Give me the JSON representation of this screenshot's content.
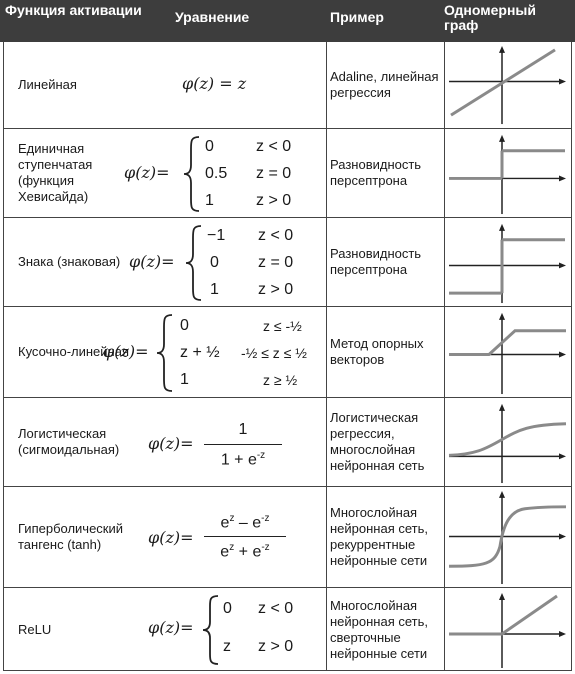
{
  "header": {
    "col1": "Функция активации",
    "col2": "Уравнение",
    "col3": "Пример",
    "col4": "Одномерный граф"
  },
  "rows": [
    {
      "name": "Линейная",
      "equation": "φ(z) = z",
      "example": "Adaline, линейная регрессия"
    },
    {
      "name": "Единичная ступенчатая (функция Хевисайда)",
      "cases": [
        {
          "value": "0",
          "cond": "z < 0"
        },
        {
          "value": "0.5",
          "cond": "z = 0"
        },
        {
          "value": "1",
          "cond": "z > 0"
        }
      ],
      "example": "Разновидность персептрона"
    },
    {
      "name": "Знака (знаковая)",
      "cases": [
        {
          "value": "−1",
          "cond": "z < 0"
        },
        {
          "value": "0",
          "cond": "z = 0"
        },
        {
          "value": "1",
          "cond": "z > 0"
        }
      ],
      "example": "Разновидность персептрона"
    },
    {
      "name": "Кусочно-линейная",
      "cases": [
        {
          "value": "0",
          "cond": "z ≤ -½"
        },
        {
          "value": "z + ½",
          "cond": "-½ ≤ z ≤ ½"
        },
        {
          "value": "1",
          "cond": "z ≥ ½"
        }
      ],
      "example": "Метод опорных векторов"
    },
    {
      "name": "Логистическая (сигмоидальная)",
      "num": "1",
      "den_base": "1 + e",
      "den_sup": "-z",
      "example": "Логистическая регрессия, многослойная нейронная сеть"
    },
    {
      "name": "Гиперболический тангенс (tanh)",
      "num_a": "e",
      "num_a_sup": "z",
      "num_op": " – e",
      "num_b_sup": "-z",
      "den_a": "e",
      "den_a_sup": "z",
      "den_op": " + e",
      "den_b_sup": "-z",
      "example": "Многослойная нейронная сеть, рекуррентные нейронные сети"
    },
    {
      "name": "ReLU",
      "cases": [
        {
          "value": "0",
          "cond": "z < 0"
        },
        {
          "value": "z",
          "cond": "z > 0"
        }
      ],
      "example": "Многослойная нейронная сеть, сверточные нейронные сети"
    }
  ],
  "phi_label": "φ(z)=",
  "colors": {
    "header_bg": "#3d3d3d",
    "curve": "#8a8a8a",
    "axis": "#222222"
  }
}
